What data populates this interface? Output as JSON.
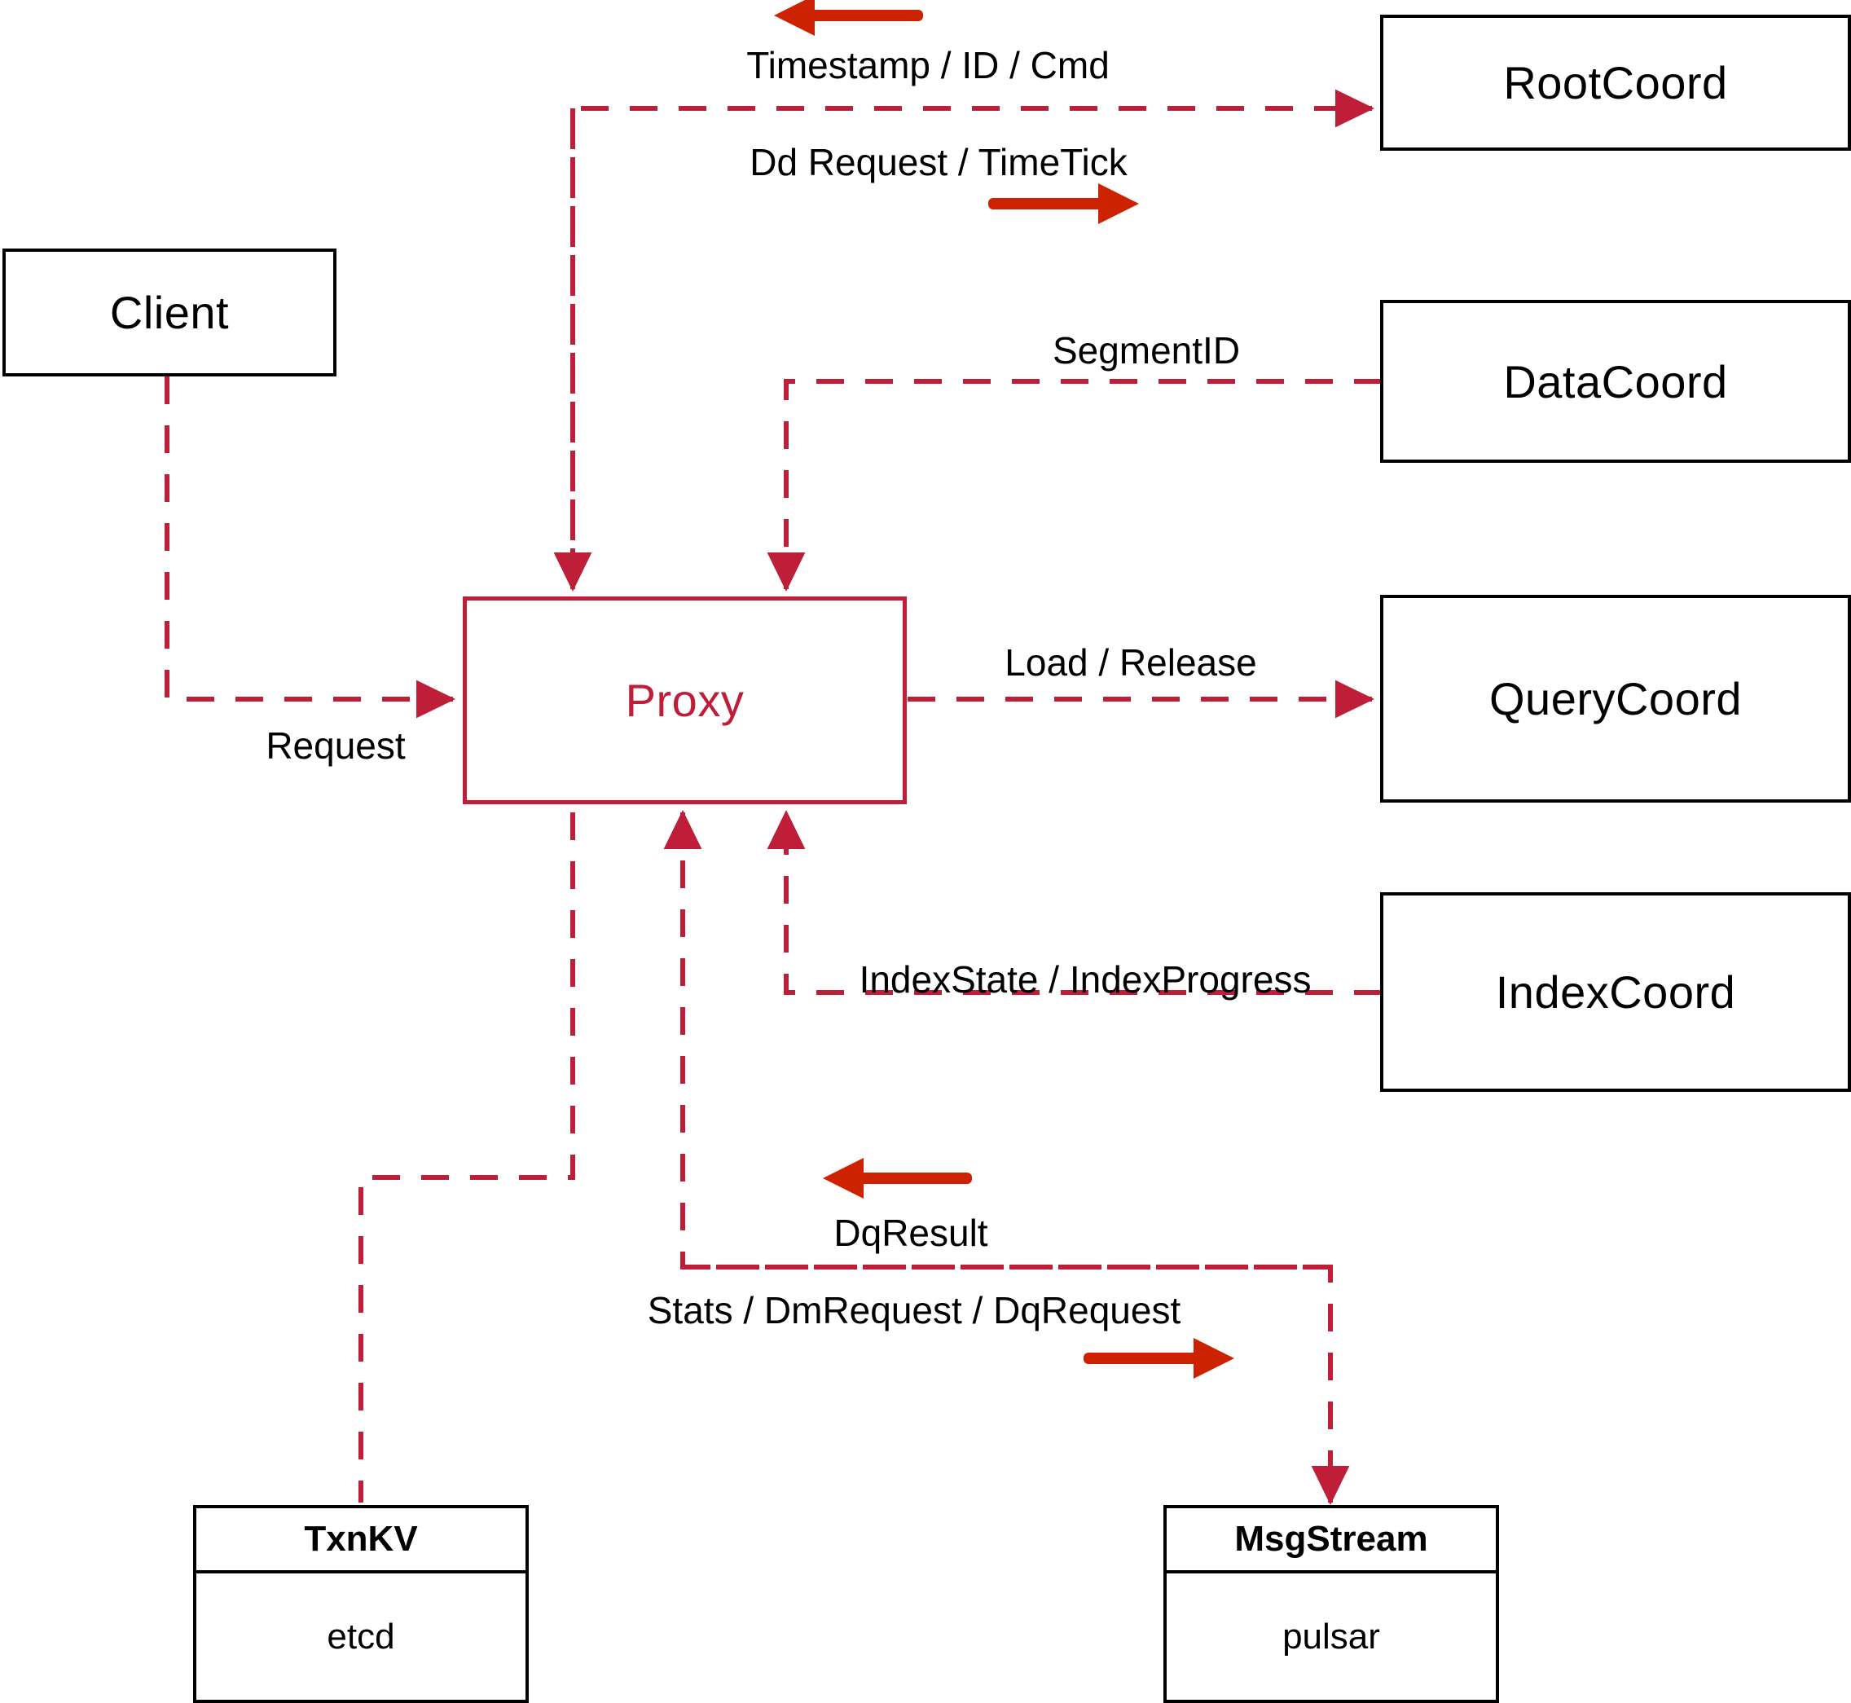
{
  "diagram": {
    "title": "Proxy Architecture",
    "colors": {
      "line": "#BE1E38",
      "arrow_accent": "#CC2200",
      "node_border": "#000000",
      "proxy_border": "#BE1E38",
      "proxy_text": "#BE1E38",
      "background": "#FFFFFF"
    }
  },
  "nodes": {
    "client": {
      "label": "Client"
    },
    "proxy": {
      "label": "Proxy"
    },
    "rootcoord": {
      "label": "RootCoord"
    },
    "datacoord": {
      "label": "DataCoord"
    },
    "querycoord": {
      "label": "QueryCoord"
    },
    "indexcoord": {
      "label": "IndexCoord"
    },
    "txnkv": {
      "title": "TxnKV",
      "impl": "etcd"
    },
    "msgstream": {
      "title": "MsgStream",
      "impl": "pulsar"
    }
  },
  "edge_labels": {
    "timestamp_id_cmd": "Timestamp / ID / Cmd",
    "dd_request_timetick": "Dd Request / TimeTick",
    "segment_id": "SegmentID",
    "request": "Request",
    "load_release": "Load / Release",
    "index_state_progress": "IndexState / IndexProgress",
    "dq_result": "DqResult",
    "stats_dm_dq_request": "Stats / DmRequest / DqRequest"
  },
  "direction_arrows": {
    "timestamp_arrow": "arrow-left-icon",
    "dd_request_arrow": "arrow-right-icon",
    "dq_result_arrow": "arrow-left-icon",
    "stats_arrow": "arrow-right-icon"
  }
}
